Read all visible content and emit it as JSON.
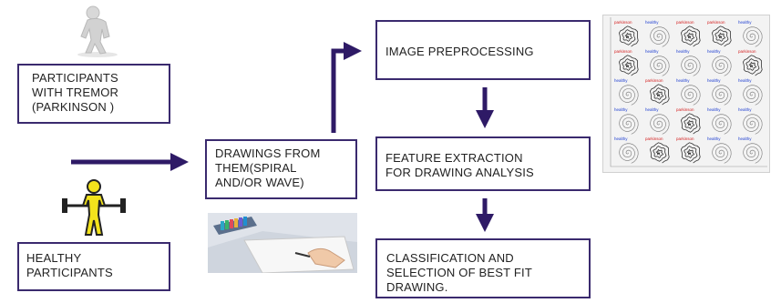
{
  "boxes": {
    "participants": "PARTICIPANTS\nWITH TREMOR\n(PARKINSON )",
    "healthy": "HEALTHY\nPARTICIPANTS",
    "drawings": "DRAWINGS FROM\nTHEM(SPIRAL\nAND/OR WAVE)",
    "preprocessing": "IMAGE PREPROCESSING",
    "feature": "FEATURE EXTRACTION\nFOR  DRAWING ANALYSIS",
    "classification": "CLASSIFICATION AND\nSELECTION OF BEST FIT\nDRAWING."
  },
  "icons": {
    "tremor": "tremor-figure-icon",
    "healthy": "healthy-figure-icon",
    "photo": "hand-drawing-photo",
    "thumbnail": "spiral-grid-thumbnail"
  },
  "colors": {
    "arrow": "#2e1a66",
    "box_border": "#3a2a6e",
    "parkinson_label": "#d42020",
    "healthy_label": "#1f3fd1",
    "figure_yellow": "#f3e31c"
  },
  "thumbnail_grid": {
    "rows": [
      [
        "parkinson",
        "healthy",
        "parkinson",
        "parkinson",
        "healthy"
      ],
      [
        "parkinson",
        "healthy",
        "healthy",
        "healthy",
        "parkinson"
      ],
      [
        "healthy",
        "parkinson",
        "healthy",
        "healthy",
        "healthy"
      ],
      [
        "healthy",
        "healthy",
        "parkinson",
        "healthy",
        "healthy"
      ],
      [
        "healthy",
        "parkinson",
        "parkinson",
        "healthy",
        "healthy"
      ]
    ]
  }
}
